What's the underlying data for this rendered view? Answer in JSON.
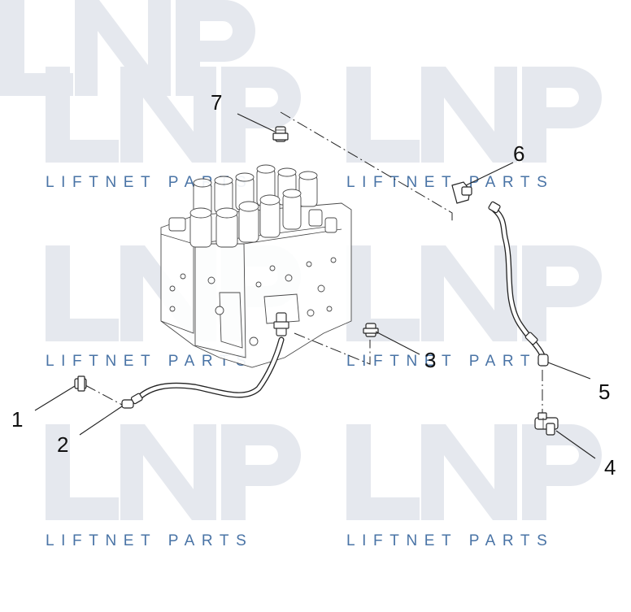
{
  "watermark": {
    "logo_text": "LNP",
    "caption": "LIFTNET PARTS",
    "color": "#4a74a6",
    "logo_color": "#e5e8ee"
  },
  "callouts": [
    {
      "id": "1",
      "label": "1"
    },
    {
      "id": "2",
      "label": "2"
    },
    {
      "id": "3",
      "label": "3"
    },
    {
      "id": "4",
      "label": "4"
    },
    {
      "id": "5",
      "label": "5"
    },
    {
      "id": "6",
      "label": "6"
    },
    {
      "id": "7",
      "label": "7"
    }
  ]
}
